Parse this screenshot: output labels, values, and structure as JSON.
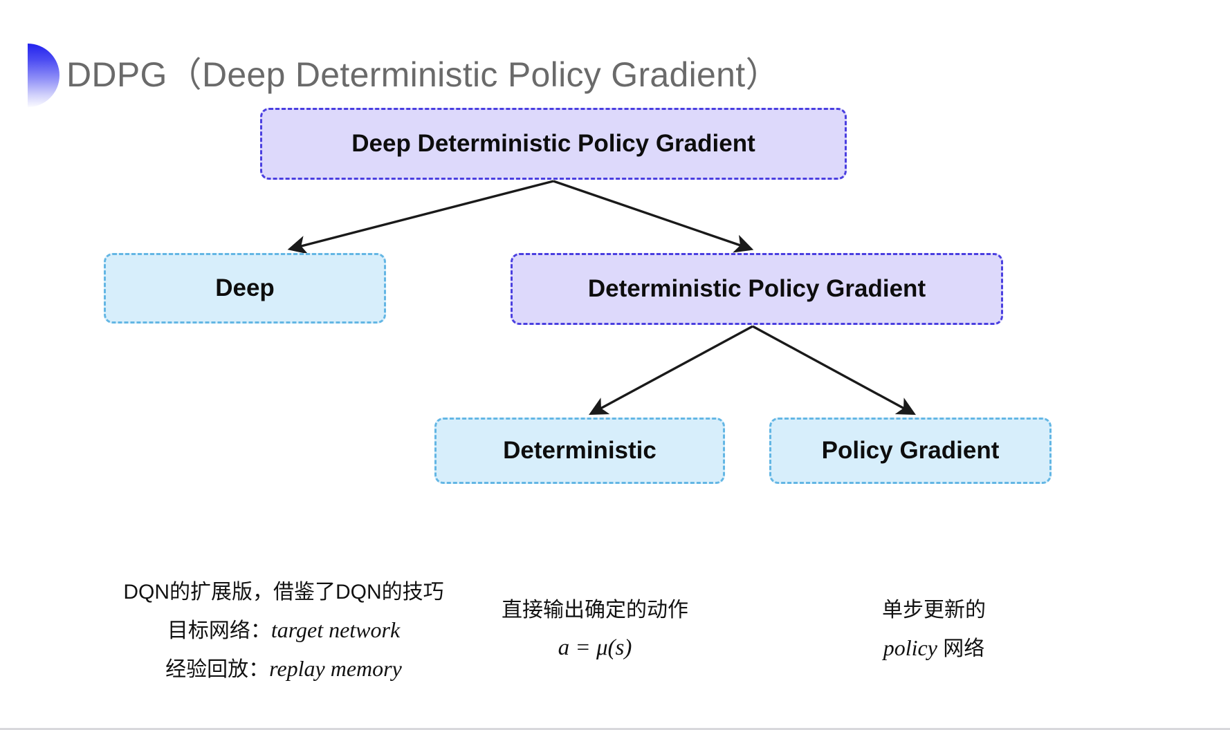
{
  "slide": {
    "title": "DDPG（Deep Deterministic Policy Gradient）",
    "background_color": "#ffffff",
    "accent_color": "#2222ee",
    "title_color": "#6a6a6a"
  },
  "diagram": {
    "type": "tree",
    "palette": {
      "purple_fill": "#ddd9fb",
      "purple_border": "#4a3fe0",
      "cyan_fill": "#d7eefb",
      "cyan_border": "#63b6e4",
      "arrow_color": "#1a1a1a"
    },
    "nodes": [
      {
        "id": "root",
        "label": "Deep Deterministic Policy Gradient",
        "style": "purple",
        "level": 0
      },
      {
        "id": "deep",
        "label": "Deep",
        "style": "cyan",
        "level": 1
      },
      {
        "id": "dpg",
        "label": "Deterministic Policy Gradient",
        "style": "purple",
        "level": 1
      },
      {
        "id": "deterministic",
        "label": "Deterministic",
        "style": "cyan",
        "level": 2
      },
      {
        "id": "policy-gradient",
        "label": "Policy Gradient",
        "style": "cyan",
        "level": 2
      }
    ],
    "edges": [
      {
        "from": "root",
        "to": "deep"
      },
      {
        "from": "root",
        "to": "dpg"
      },
      {
        "from": "dpg",
        "to": "deterministic"
      },
      {
        "from": "dpg",
        "to": "policy-gradient"
      }
    ]
  },
  "captions": {
    "deep": {
      "line1": "DQN的扩展版，借鉴了DQN的技巧",
      "line2_label": "目标网络：",
      "line2_term": "target network",
      "line3_label": "经验回放：",
      "line3_term": "replay memory"
    },
    "deterministic": {
      "line1": "直接输出确定的动作",
      "line2_formula": "a = μ(s)"
    },
    "policy_gradient": {
      "line1": "单步更新的",
      "line2_term": "policy",
      "line2_suffix": " 网络"
    }
  }
}
